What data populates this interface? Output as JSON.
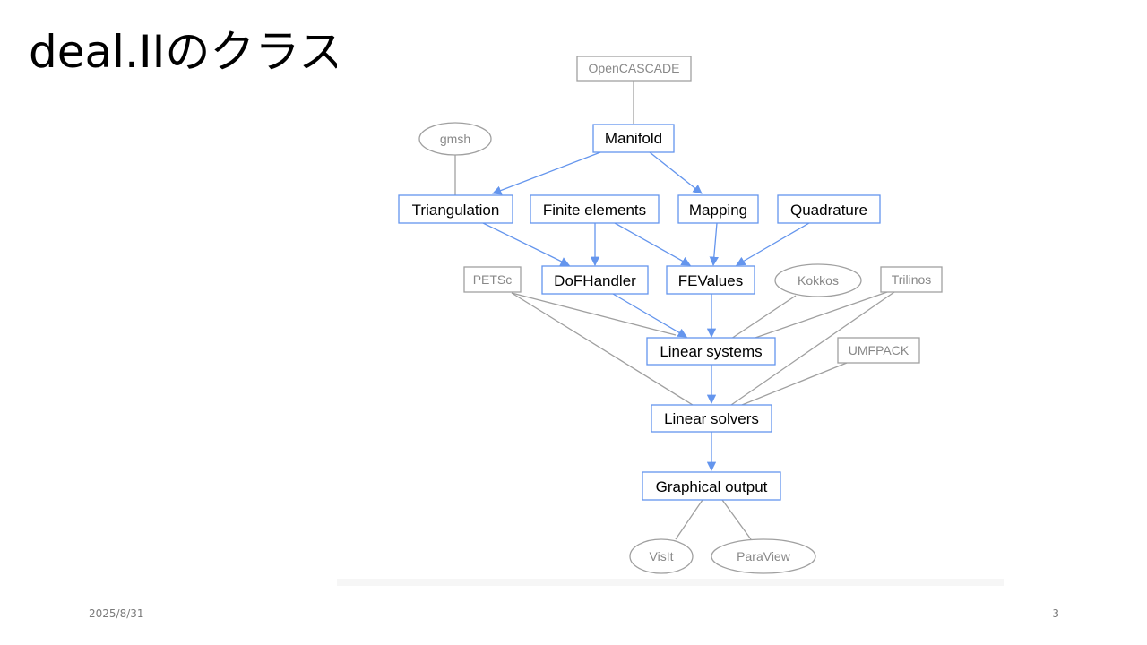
{
  "slide": {
    "title": "deal.IIのクラス",
    "date": "2025/8/31",
    "page_number": "3"
  },
  "colors": {
    "core_border": "#6495ed",
    "core_text": "#000000",
    "external_border": "#a0a0a0",
    "external_text": "#888888"
  },
  "diagram": {
    "nodes": {
      "opencascade": "OpenCASCADE",
      "gmsh": "gmsh",
      "manifold": "Manifold",
      "triangulation": "Triangulation",
      "finite_elements": "Finite elements",
      "mapping": "Mapping",
      "quadrature": "Quadrature",
      "petsc": "PETSc",
      "dofhandler": "DoFHandler",
      "fevalues": "FEValues",
      "kokkos": "Kokkos",
      "trilinos": "Trilinos",
      "linear_systems": "Linear systems",
      "umfpack": "UMFPACK",
      "linear_solvers": "Linear solvers",
      "graphical_output": "Graphical output",
      "visit": "VisIt",
      "paraview": "ParaView"
    }
  }
}
